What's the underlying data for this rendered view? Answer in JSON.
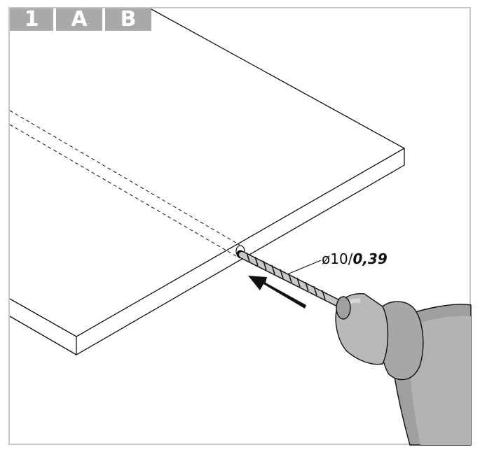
{
  "step_tabs": {
    "step_number": "1",
    "variant_a": "A",
    "variant_b": "B"
  },
  "drill_bit_label": {
    "metric": "ø10/",
    "imperial": "0,39"
  }
}
